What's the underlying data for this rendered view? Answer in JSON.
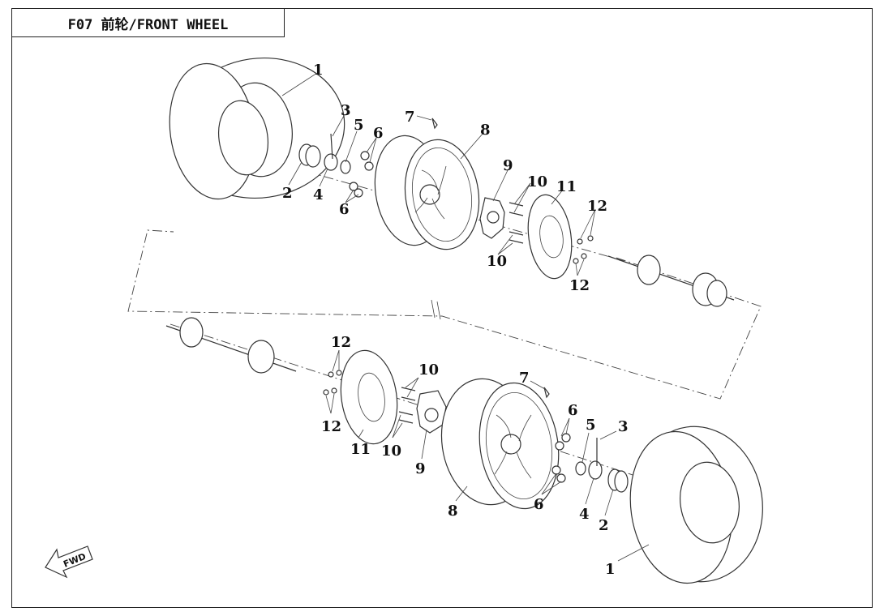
{
  "diagram": {
    "title": "F07 前轮/FRONT WHEEL",
    "fwd_label": "FWD",
    "callouts": [
      {
        "id": "c1-top",
        "label": "1"
      },
      {
        "id": "c2-top",
        "label": "2"
      },
      {
        "id": "c3-top",
        "label": "3"
      },
      {
        "id": "c4-top",
        "label": "4"
      },
      {
        "id": "c5-top",
        "label": "5"
      },
      {
        "id": "c6a-top",
        "label": "6"
      },
      {
        "id": "c6b-top",
        "label": "6"
      },
      {
        "id": "c7-top",
        "label": "7"
      },
      {
        "id": "c8-top",
        "label": "8"
      },
      {
        "id": "c9-top",
        "label": "9"
      },
      {
        "id": "c10a-top",
        "label": "10"
      },
      {
        "id": "c10b-top",
        "label": "10"
      },
      {
        "id": "c11-top",
        "label": "11"
      },
      {
        "id": "c12a-top",
        "label": "12"
      },
      {
        "id": "c12b-top",
        "label": "12"
      },
      {
        "id": "c12a-bot",
        "label": "12"
      },
      {
        "id": "c12b-bot",
        "label": "12"
      },
      {
        "id": "c10a-bot",
        "label": "10"
      },
      {
        "id": "c10b-bot",
        "label": "10"
      },
      {
        "id": "c11-bot",
        "label": "11"
      },
      {
        "id": "c9-bot",
        "label": "9"
      },
      {
        "id": "c7-bot",
        "label": "7"
      },
      {
        "id": "c8-bot",
        "label": "8"
      },
      {
        "id": "c6a-bot",
        "label": "6"
      },
      {
        "id": "c6b-bot",
        "label": "6"
      },
      {
        "id": "c5-bot",
        "label": "5"
      },
      {
        "id": "c3-bot",
        "label": "3"
      },
      {
        "id": "c4-bot",
        "label": "4"
      },
      {
        "id": "c2-bot",
        "label": "2"
      },
      {
        "id": "c1-bot",
        "label": "1"
      }
    ]
  }
}
